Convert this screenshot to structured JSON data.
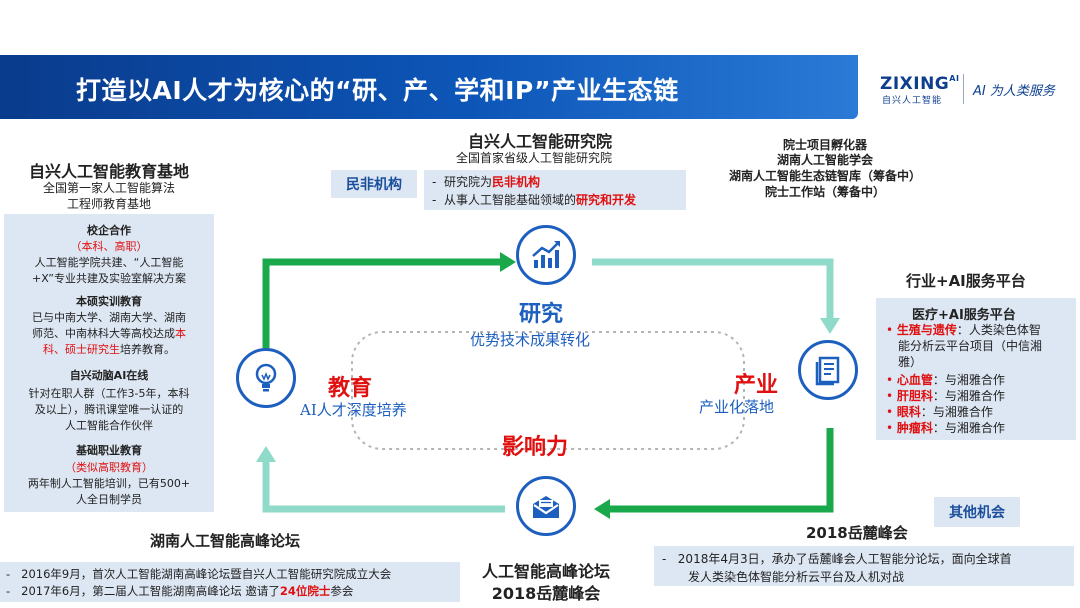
{
  "header": {
    "title": "打造以AI人才为核心的“研、产、学和IP”产业生态链",
    "logo_main": "ZIXING",
    "logo_sup": "AI",
    "logo_sub": "自兴人工智能",
    "logo_slogan": "AI 为人类服务"
  },
  "research_institute": {
    "title": "自兴人工智能研究院",
    "subtitle": "全国首家省级人工智能研究院",
    "badge": "民非机构",
    "item1_prefix": "研究院为",
    "item1_highlight": "民非机构",
    "item2_prefix": "从事人工智能基础领域的",
    "item2_highlight": "研究和开发",
    "bullet": "-"
  },
  "academician": {
    "line1": "院士项目孵化器",
    "line2": "湖南人工智能学会",
    "line3": "湖南人工智能生态链智库（筹备中）",
    "line4": "院士工作站（筹备中）"
  },
  "edu_base": {
    "title": "自兴人工智能教育基地",
    "sub1": "全国第一家人工智能算法",
    "sub2": "工程师教育基地"
  },
  "left_panel": {
    "h1": "校企合作",
    "h1_red": "（本科、高职）",
    "p1a": "人工智能学院共建、“人工智能",
    "p1b": "+X”专业共建及实验室解决方案",
    "h2": "本硕实训教育",
    "p2a": "已与中南大学、湖南大学、湖南",
    "p2b": "师范、中南林科大等高校达成",
    "p2b_red": "本",
    "p2c_red": "科、硕士研究生",
    "p2c": "培养教育。",
    "h3": "自兴动脑AI在线",
    "p3a": "针对在职人群（工作3-5年，本科",
    "p3b": "及以上），腾讯课堂唯一认证的",
    "p3c": "人工智能合作伙伴",
    "h4": "基础职业教育",
    "h4_red": "（类似高职教育）",
    "p4a": "两年制人工智能培训，已有500+",
    "p4b": "人全日制学员"
  },
  "cycle": {
    "research_label": "研究",
    "research_sub": "优势技术成果转化",
    "edu_label": "教育",
    "edu_sub": "AI人才深度培养",
    "industry_label": "产业",
    "industry_sub": "产业化落地",
    "influence_label": "影响力"
  },
  "service_platform": {
    "title": "行业+AI服务平台",
    "panel_title": "医疗+AI服务平台",
    "b1_red": "生殖与遗传",
    "b1_text": "：人类染色体智",
    "b1_text2": "能分析云平台项目（中信湘",
    "b1_text3": "雅）",
    "b2_red": "心血管",
    "b2_text": "：与湘雅合作",
    "b3_red": "肝胆科",
    "b3_text": "：与湘雅合作",
    "b4_red": "眼科",
    "b4_text": "：与湘雅合作",
    "b5_red": "肿瘤科",
    "b5_text": "：与湘雅合作",
    "bullet": "•"
  },
  "other": {
    "badge": "其他机会",
    "title": "2018岳麓峰会",
    "line1": "2018年4月3日，承办了岳麓峰会人工智能分论坛，面向全球首",
    "line2": "发人类染色体智能分析云平台及人机对战",
    "bullet": "-"
  },
  "forum": {
    "left_title": "湖南人工智能高峰论坛",
    "line1": "2016年9月，首次人工智能湖南高峰论坛暨自兴人工智能研究院成立大会",
    "line2_prefix": "2017年6月，第二届人工智能湖南高峰论坛 邀请了",
    "line2_highlight": "24位院士",
    "line2_suffix": "参会",
    "center_line1": "人工智能高峰论坛",
    "center_line2": "2018岳麓峰会",
    "bullet": "-"
  },
  "colors": {
    "green": "#19a84a",
    "teal": "#8fdac8",
    "blue": "#1c5fbf",
    "red": "#e01010",
    "panel": "#dde7f3",
    "banner": "#0d56b8"
  }
}
